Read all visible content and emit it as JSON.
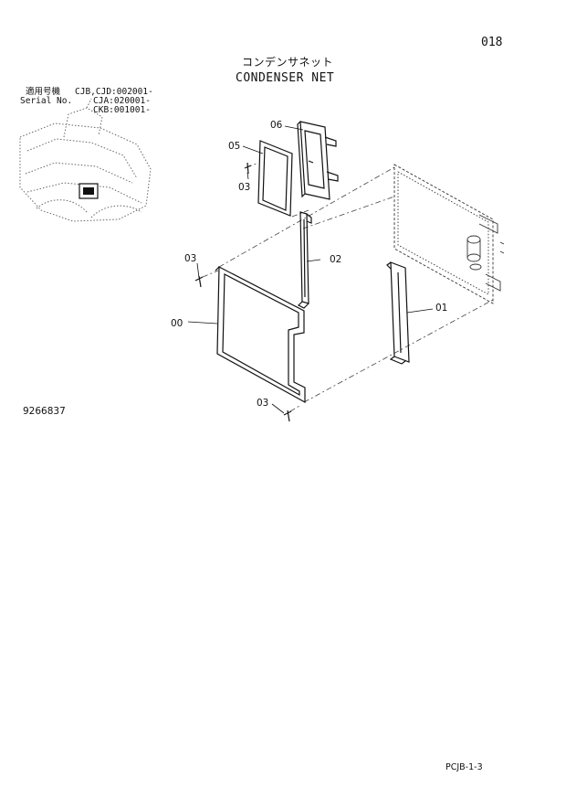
{
  "header": {
    "page_number": "018",
    "title_jp": "コンデンサネット",
    "title_en": "CONDENSER NET"
  },
  "serial_info": {
    "label_jp": "適用号機",
    "label_en": "Serial No.",
    "ranges": [
      "CJB,CJD:002001-",
      "CJA:020001-",
      "CKB:001001-"
    ]
  },
  "drawing_number": "9266837",
  "page_ref": "PCJB-1-3",
  "callouts": {
    "c00": "00",
    "c01": "01",
    "c02": "02",
    "c03a": "03",
    "c03b": "03",
    "c03c": "03",
    "c05": "05",
    "c06": "06"
  }
}
